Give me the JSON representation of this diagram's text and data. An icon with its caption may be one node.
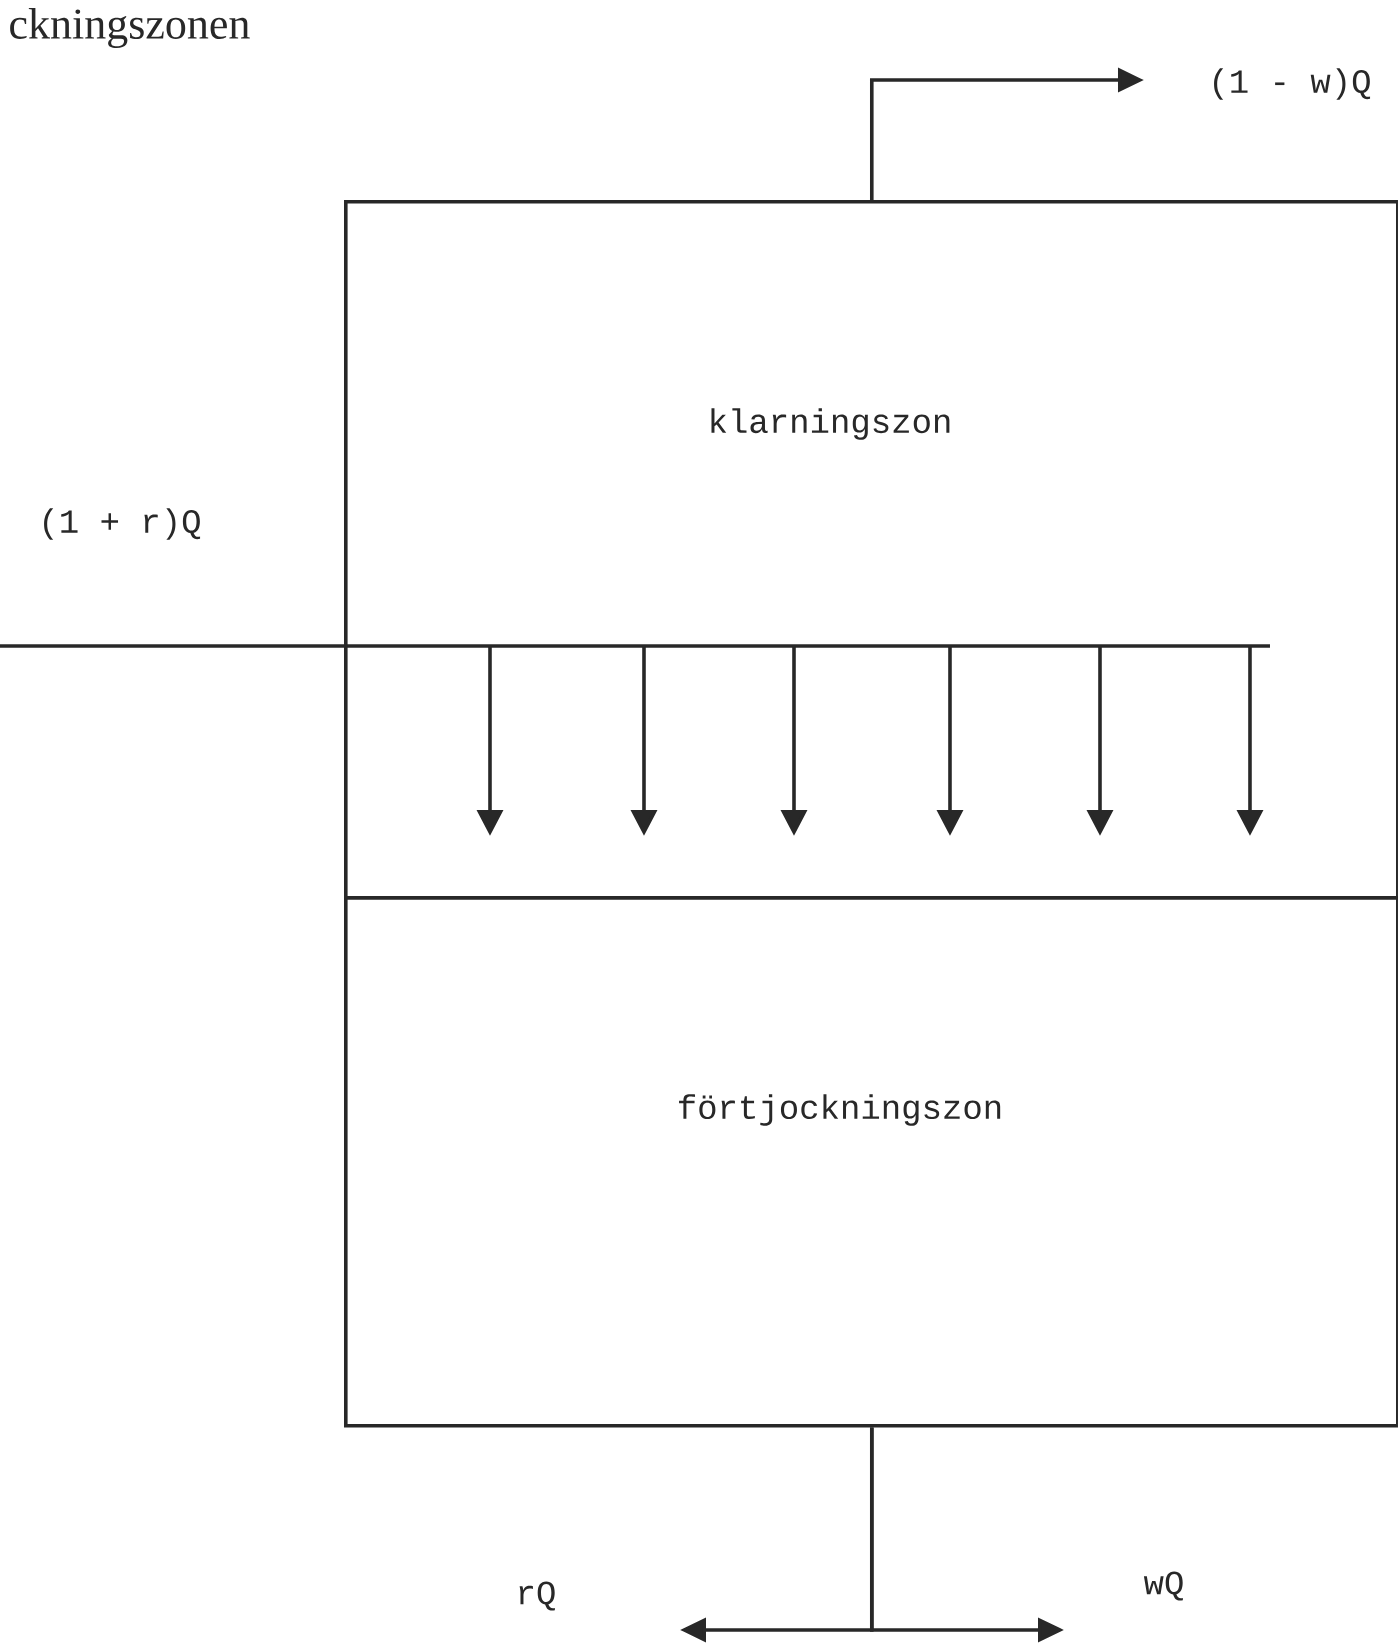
{
  "diagram": {
    "nodes": [
      {
        "text": [
          "klarningszon"
        ]
      },
      {
        "text": [
          "förtjockningszon"
        ]
      }
    ],
    "edges": [
      {
        "from": 0,
        "to": null,
        "arrow": "to",
        "label": "(1 - w)Q"
      },
      {
        "from": null,
        "to": 0,
        "arrow": "none",
        "label": "(1 + r)Q"
      },
      {
        "from": 1,
        "to": null,
        "arrow": "to",
        "label": "rQ"
      },
      {
        "from": 1,
        "to": null,
        "arrow": "to",
        "label": "wQ"
      }
    ],
    "labels": [
      "ckningszonen"
    ]
  }
}
